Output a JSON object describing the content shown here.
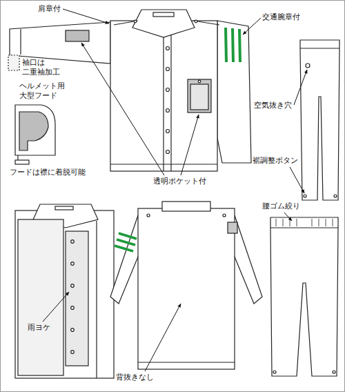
{
  "diagram": {
    "labels": [
      "肩章付",
      "袖口は 二重袖加工",
      "ヘルメット用 大型フード",
      "フードは襟に着脱可能",
      "透明ポケット付",
      "交通腕章付",
      "空気抜き穴",
      "裾調整ボタン",
      "腰ゴム絞り",
      "雨ヨケ",
      "背抜きなし"
    ]
  }
}
